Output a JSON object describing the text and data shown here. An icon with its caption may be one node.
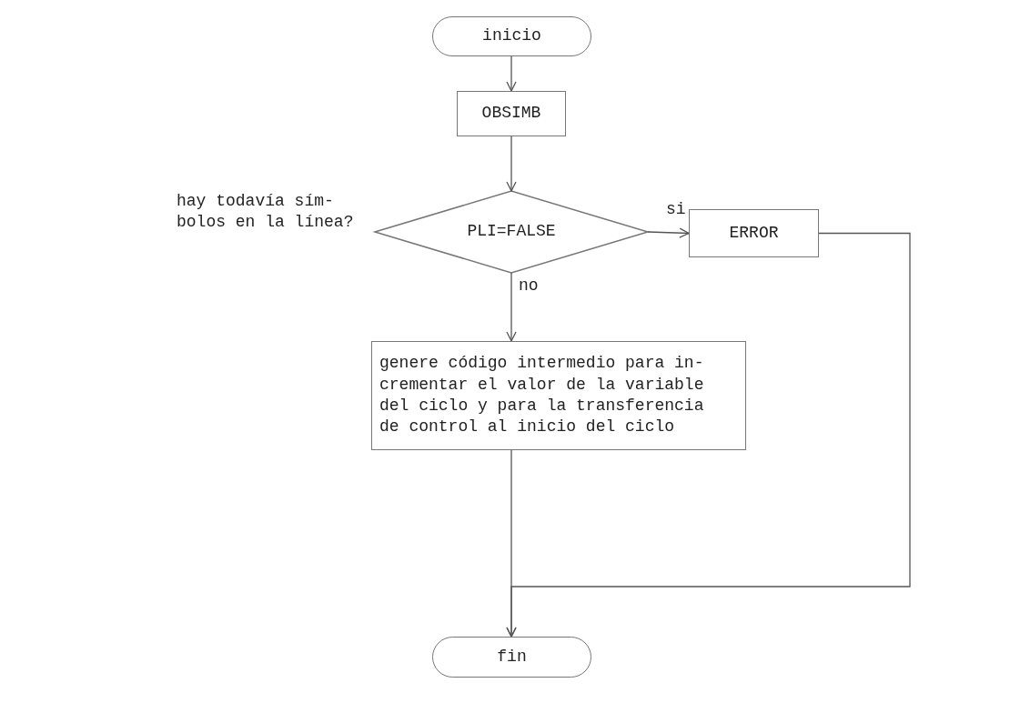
{
  "diagram": {
    "nodes": [
      {
        "text": [
          "inicio"
        ]
      },
      {
        "text": [
          "OBSIMB"
        ]
      },
      {
        "text": [
          "PLI=FALSE"
        ],
        "beside": [
          "hay todavía sím- bolos en la línea?"
        ]
      },
      {
        "text": [
          "ERROR"
        ]
      },
      {
        "text": [
          "genere código intermedio para in- crementar el valor de la variable del ciclo y para la transferencia de control al inicio del ciclo"
        ]
      },
      {
        "text": [
          "fin"
        ]
      }
    ],
    "edges": [
      {
        "from": 0,
        "to": 1,
        "arrow": "to"
      },
      {
        "from": 1,
        "to": 2,
        "arrow": "to"
      },
      {
        "from": 2,
        "to": 3,
        "arrow": "to",
        "label": "si"
      },
      {
        "from": 2,
        "to": 4,
        "arrow": "to",
        "label": "no"
      },
      {
        "from": 4,
        "to": 5,
        "arrow": "to"
      },
      {
        "from": 3,
        "to": 5,
        "arrow": "to"
      }
    ]
  }
}
